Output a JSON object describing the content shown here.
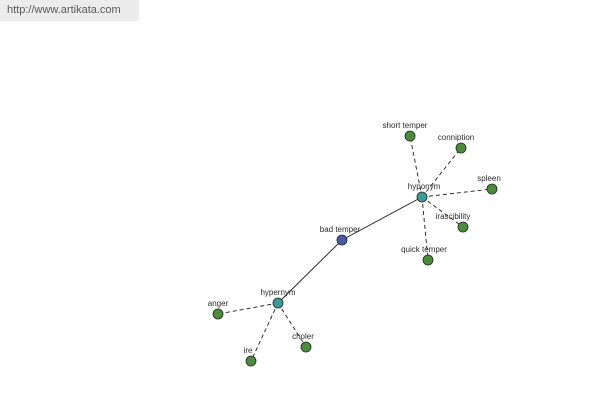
{
  "header": {
    "source_url": "http://www.artikata.com"
  },
  "colors": {
    "center": "#4a5aa8",
    "relation": "#3f9a9a",
    "leaf": "#4e8a3e",
    "edge": "#1a1a1a"
  },
  "graph": {
    "nodes": [
      {
        "id": "center",
        "label": "bad temper",
        "kind": "center"
      },
      {
        "id": "hyp-upper",
        "label": "hyponym",
        "kind": "relation"
      },
      {
        "id": "hyp-lower",
        "label": "hypernym",
        "kind": "relation"
      },
      {
        "id": "short-temper",
        "label": "short temper",
        "kind": "leaf"
      },
      {
        "id": "conniption",
        "label": "conniption",
        "kind": "leaf"
      },
      {
        "id": "spleen",
        "label": "spleen",
        "kind": "leaf"
      },
      {
        "id": "irascibility",
        "label": "irascibility",
        "kind": "leaf"
      },
      {
        "id": "quick-temper",
        "label": "quick temper",
        "kind": "leaf"
      },
      {
        "id": "anger",
        "label": "anger",
        "kind": "leaf"
      },
      {
        "id": "ire",
        "label": "ire",
        "kind": "leaf"
      },
      {
        "id": "choler",
        "label": "choler",
        "kind": "leaf"
      }
    ],
    "edges": [
      {
        "from": "center",
        "to": "hyp-upper",
        "style": "solid"
      },
      {
        "from": "center",
        "to": "hyp-lower",
        "style": "solid"
      },
      {
        "from": "hyp-upper",
        "to": "short-temper",
        "style": "dashed"
      },
      {
        "from": "hyp-upper",
        "to": "conniption",
        "style": "dashed"
      },
      {
        "from": "hyp-upper",
        "to": "spleen",
        "style": "dashed"
      },
      {
        "from": "hyp-upper",
        "to": "irascibility",
        "style": "dashed"
      },
      {
        "from": "hyp-upper",
        "to": "quick-temper",
        "style": "dashed"
      },
      {
        "from": "hyp-lower",
        "to": "anger",
        "style": "dashed"
      },
      {
        "from": "hyp-lower",
        "to": "ire",
        "style": "dashed"
      },
      {
        "from": "hyp-lower",
        "to": "choler",
        "style": "dashed"
      }
    ]
  }
}
